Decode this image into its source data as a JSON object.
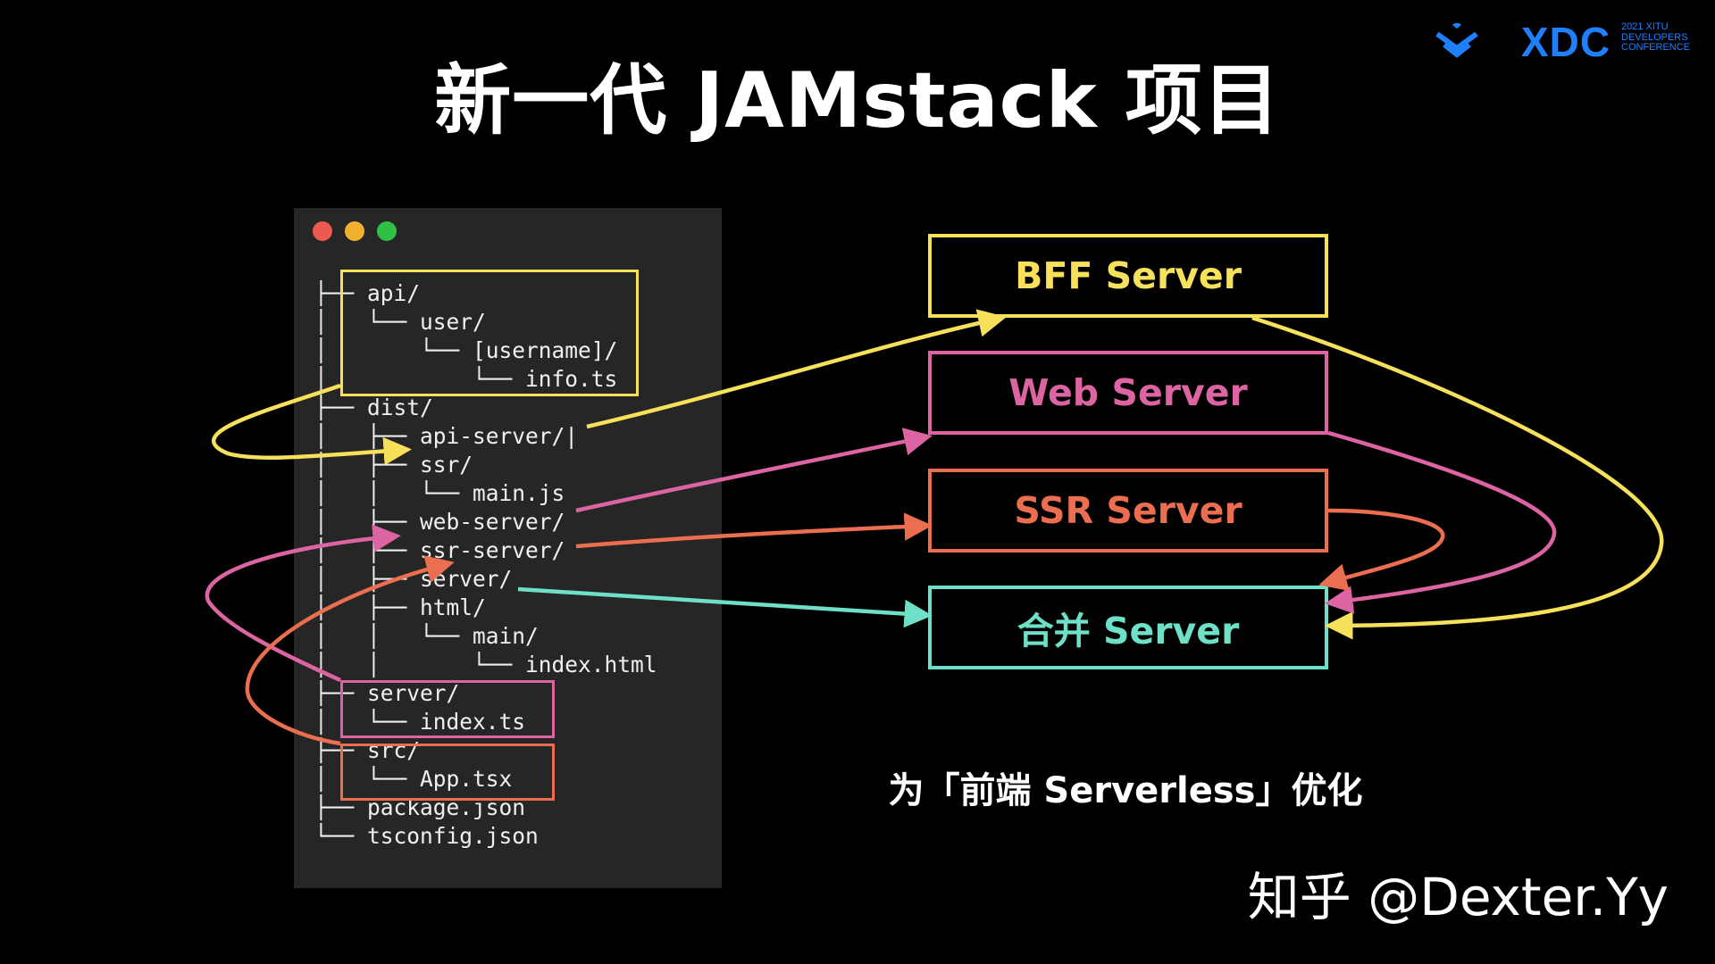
{
  "slide": {
    "title": "新一代 JAMstack 项目",
    "caption": "为「前端 Serverless」优化",
    "watermark": "知乎 @Dexter.Yy"
  },
  "logo": {
    "icon": "juejin-chevrons-icon",
    "name": "XDC",
    "subtitle": "2021 XITU\nDEVELOPERS\nCONFERENCE",
    "color": "#1e80ff"
  },
  "file_tree": {
    "lines": [
      "├── api/",
      "│   └── user/",
      "│       └── [username]/",
      "│           └── info.ts",
      "├── dist/",
      "│   ├── api-server/|",
      "│   ├── ssr/",
      "│   │   └── main.js",
      "│   ├── web-server/",
      "│   ├── ssr-server/",
      "│   ├── server/",
      "│   ├── html/",
      "│   │   └── main/",
      "│   │       └── index.html",
      "├── server/",
      "│   └── index.ts",
      "├── src/",
      "│   └── App.tsx",
      "├── package.json",
      "└── tsconfig.json"
    ]
  },
  "servers": [
    {
      "label": "BFF Server",
      "color": "#f8e15a"
    },
    {
      "label": "Web Server",
      "color": "#dc64a2"
    },
    {
      "label": "SSR Server",
      "color": "#ec6e50"
    },
    {
      "label": "合并 Server",
      "color": "#6ee0c8"
    }
  ],
  "colors": {
    "bff": "#f8e15a",
    "web": "#dc64a2",
    "ssr": "#ec6e50",
    "merge": "#6ee0c8",
    "terminal_bg": "#262626"
  }
}
